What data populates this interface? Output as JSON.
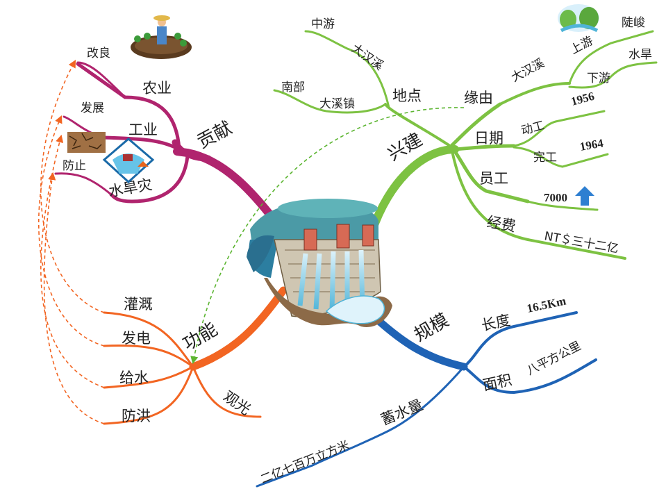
{
  "colors": {
    "contribution": "#b0246e",
    "construction": "#7dc242",
    "scale": "#1f63b5",
    "function": "#f26522",
    "arrow_orange": "#f26522",
    "arrow_green": "#5cb531",
    "up_arrow": "#2e7fd1"
  },
  "center": {
    "icon": "dam-icon"
  },
  "branches": {
    "contribution": {
      "label": "贡献",
      "agriculture": {
        "label": "农业",
        "leaf": "改良",
        "icon": "farmer-icon"
      },
      "industry": {
        "label": "工业",
        "leaf": "发展"
      },
      "disaster": {
        "label": "水旱灾",
        "leaf": "防止",
        "icons": [
          "drought-icon",
          "flood-icon"
        ]
      }
    },
    "construction": {
      "label": "兴建",
      "location": {
        "label": "地点",
        "children": [
          "中游",
          "大汉溪",
          "南部",
          "大溪镇"
        ]
      },
      "origin": {
        "label": "缘由",
        "river": "大汉溪",
        "upstream": {
          "label": "上游",
          "leaf": "陡峻"
        },
        "downstream": {
          "label": "下游",
          "leaf": "水旱"
        },
        "icon": "river-landscape-icon"
      },
      "date": {
        "label": "日期",
        "start": {
          "label": "动工",
          "year": "1956"
        },
        "finish": {
          "label": "完工",
          "year": "1964"
        }
      },
      "staff": {
        "label": "员工",
        "value": "7000",
        "icon": "up-arrow-icon"
      },
      "budget": {
        "label": "经费",
        "value": "NT＄三十二亿"
      }
    },
    "scale": {
      "label": "规模",
      "length": {
        "label": "长度",
        "value": "16.5Km"
      },
      "area": {
        "label": "面积",
        "value": "八平方公里"
      },
      "storage": {
        "label": "蓄水量",
        "value": "二亿七百万立方米"
      }
    },
    "function": {
      "label": "功能",
      "items": [
        "灌溉",
        "发电",
        "给水",
        "防洪",
        "观光"
      ]
    }
  }
}
